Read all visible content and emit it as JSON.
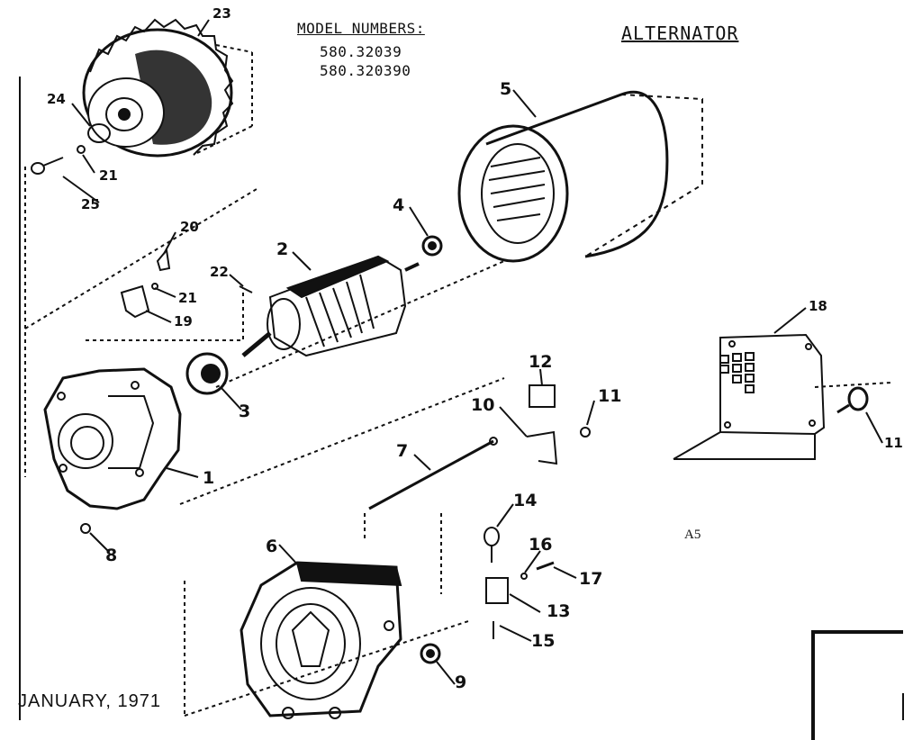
{
  "header": {
    "model_label": "MODEL NUMBERS:",
    "model_numbers": [
      "580.32039",
      "580.320390"
    ],
    "title": "ALTERNATOR"
  },
  "footer": {
    "date": "JANUARY, 1971",
    "sheet_code": "A5"
  },
  "callouts": [
    "23",
    "24",
    "21",
    "25",
    "20",
    "22",
    "2",
    "21",
    "19",
    "3",
    "1",
    "8",
    "5",
    "4",
    "12",
    "10",
    "11",
    "7",
    "14",
    "16",
    "17",
    "13",
    "15",
    "6",
    "9",
    "18",
    "11"
  ]
}
